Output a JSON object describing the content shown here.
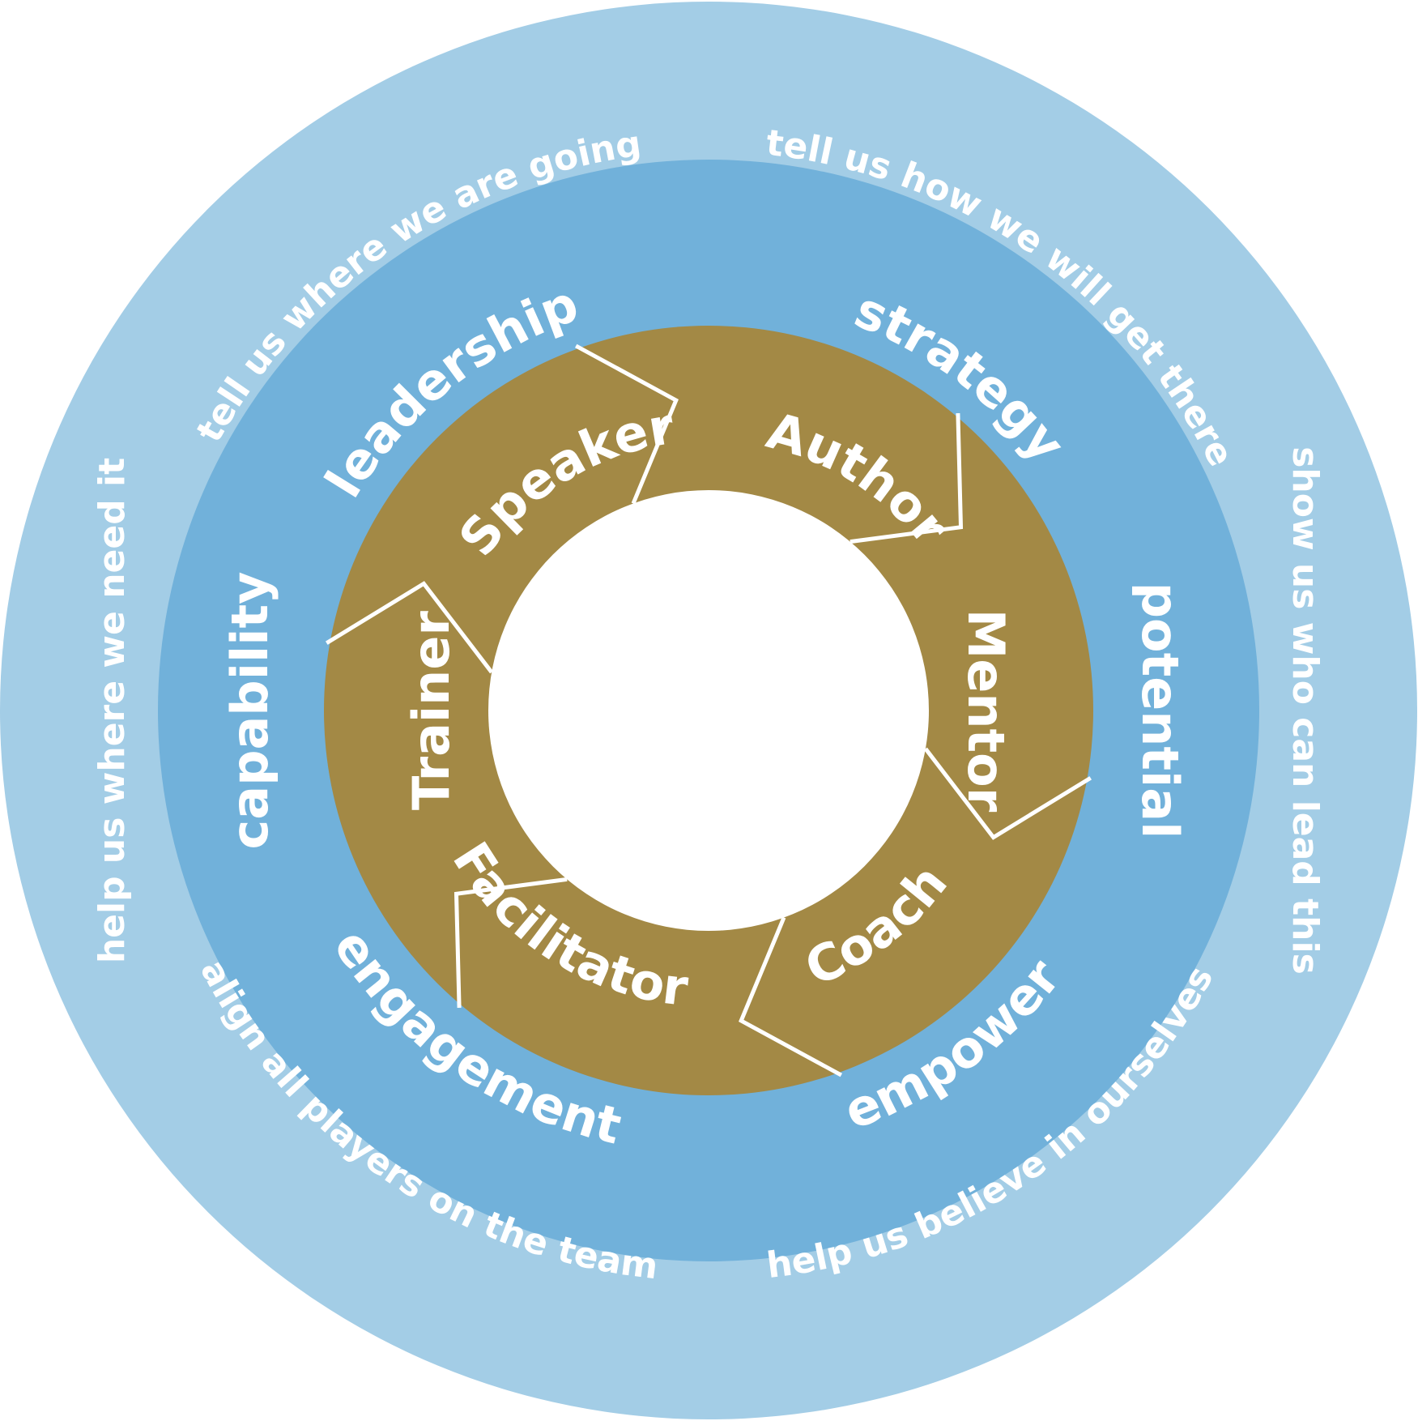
{
  "colors": {
    "outer_ring": "#a3cde6",
    "middle_ring": "#71b1da",
    "inner_ring": "#a38945",
    "center": "#ffffff",
    "text": "#ffffff",
    "divider": "#ffffff"
  },
  "outer_ring": {
    "phrases": [
      "tell us where we are going",
      "tell us how we will get there",
      "show us who can lead this",
      "help us believe in ourselves",
      "align all players on the team",
      "help us where we need it"
    ]
  },
  "middle_ring": {
    "words": [
      "leadership",
      "strategy",
      "potential",
      "empower",
      "engagement",
      "capability"
    ]
  },
  "inner_ring": {
    "roles": [
      "Speaker",
      "Author",
      "Mentor",
      "Coach",
      "Facilitator",
      "Trainer"
    ]
  }
}
